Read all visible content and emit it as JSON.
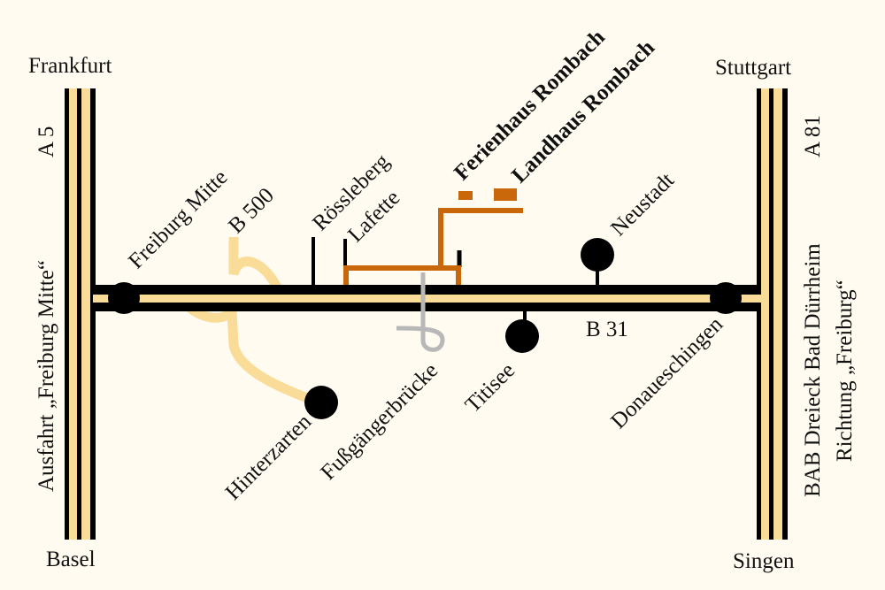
{
  "colors": {
    "background": "#fffbf0",
    "road_fill": "#f8dc98",
    "road_edge": "#000000",
    "route": "#c8680a",
    "footbridge": "#b8b8b8"
  },
  "cities": {
    "frankfurt": "Frankfurt",
    "basel": "Basel",
    "stuttgart": "Stuttgart",
    "singen": "Singen"
  },
  "motorways": {
    "left_name": "A 5",
    "left_exit": "Ausfahrt „Freiburg Mitte“",
    "right_name": "A 81",
    "right_junction": "BAB Dreieck Bad Dürrheim",
    "right_direction": "Richtung „Freiburg“"
  },
  "roads": {
    "b500": "B 500",
    "b31": "B 31"
  },
  "places": {
    "freiburg_mitte": "Freiburg Mitte",
    "roessleberg": "Rössleberg",
    "lafette": "Lafette",
    "ferienhaus": "Ferienhaus Rombach",
    "landhaus": "Landhaus Rombach",
    "neustadt": "Neustadt",
    "hinterzarten": "Hinterzarten",
    "fussgaengerbruecke": "Fußgängerbrücke",
    "titisee": "Titisee",
    "donaueschingen": "Donaueschingen"
  }
}
